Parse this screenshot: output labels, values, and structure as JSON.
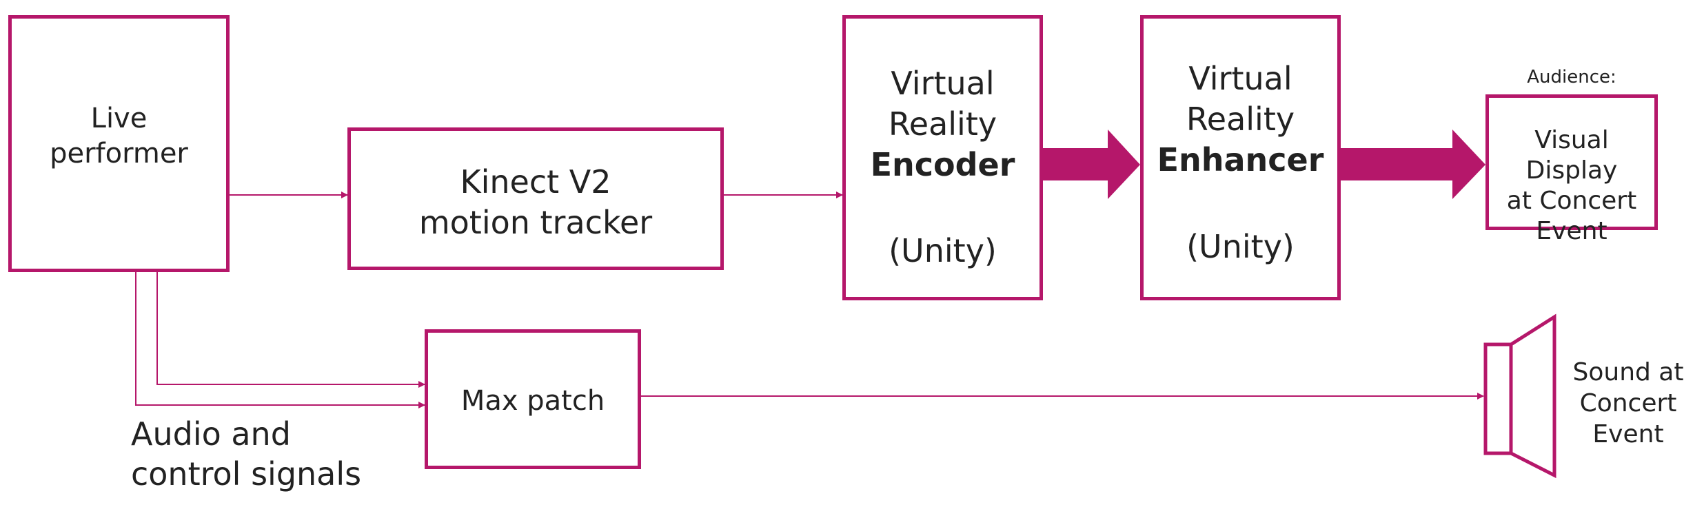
{
  "colors": {
    "accent": "#b5176a",
    "text": "#222222"
  },
  "nodes": {
    "performer": {
      "line1": "Live",
      "line2": "performer"
    },
    "kinect": {
      "line1": "Kinect V2",
      "line2": "motion tracker"
    },
    "encoder": {
      "line1": "Virtual",
      "line2": "Reality",
      "line3": "Encoder",
      "line4": "(Unity)"
    },
    "enhancer": {
      "line1": "Virtual",
      "line2": "Reality",
      "line3": "Enhancer",
      "line4": "(Unity)"
    },
    "display": {
      "line1": "Visual Display",
      "line2": "at Concert",
      "line3": "Event"
    },
    "max": {
      "label": "Max patch"
    }
  },
  "labels": {
    "audience": "Audience:",
    "signals_line1": "Audio and",
    "signals_line2": "control signals",
    "sound_line1": "Sound at",
    "sound_line2": "Concert",
    "sound_line3": "Event"
  },
  "icons": {
    "speaker": "speaker-icon"
  }
}
